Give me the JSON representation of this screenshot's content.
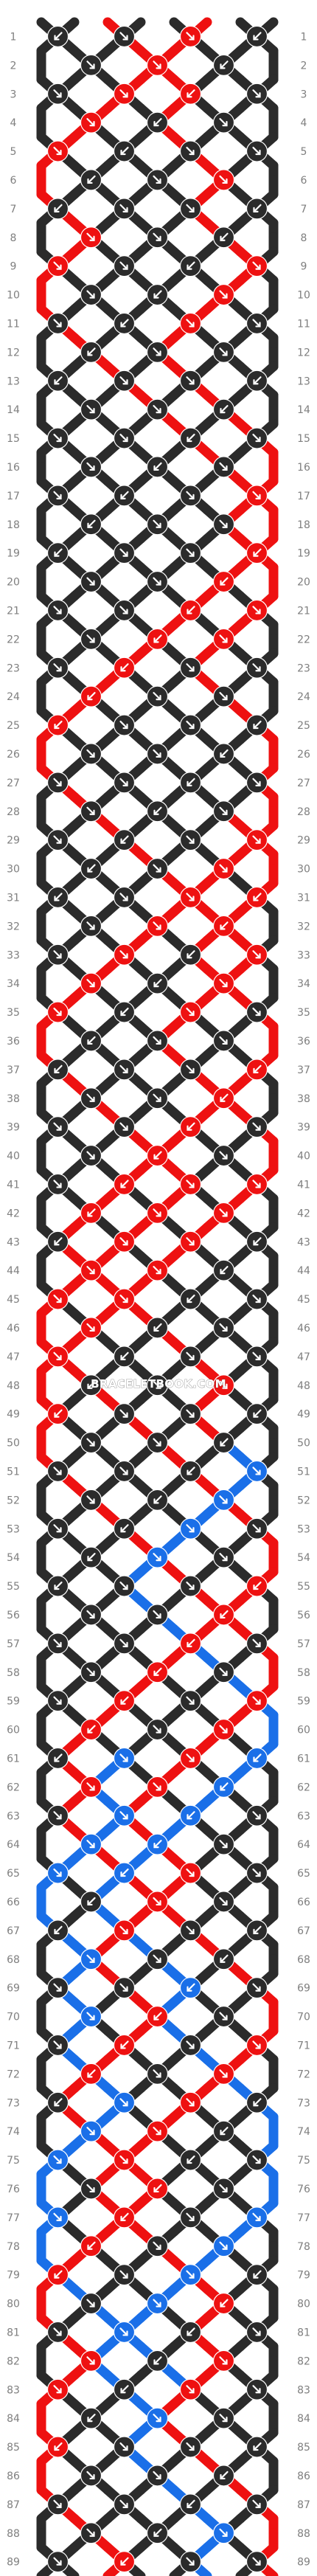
{
  "watermark": "BRACELETBOOK.COM",
  "colors": {
    "background": "#ffffff",
    "black": "#2b2b2b",
    "red": "#ee1111",
    "blue": "#1a6fe8",
    "arrow": "#ffffff",
    "row_number": "#7f7f7f"
  },
  "pattern": {
    "row_count": 89,
    "string_count": 8,
    "strings_top": [
      "black",
      "black",
      "red",
      "black",
      "black",
      "red",
      "black",
      "black"
    ]
  },
  "row_numbers": [
    "1",
    "2",
    "3",
    "4",
    "5",
    "6",
    "7",
    "8",
    "9",
    "10",
    "11",
    "12",
    "13",
    "14",
    "15",
    "16",
    "17",
    "18",
    "19",
    "20",
    "21",
    "22",
    "23",
    "24",
    "25",
    "26",
    "27",
    "28",
    "29",
    "30",
    "31",
    "32",
    "33",
    "34",
    "35",
    "36",
    "37",
    "38",
    "39",
    "40",
    "41",
    "42",
    "43",
    "44",
    "45",
    "46",
    "47",
    "48",
    "49",
    "50",
    "51",
    "52",
    "53",
    "54",
    "55",
    "56",
    "57",
    "58",
    "59",
    "60",
    "61",
    "62",
    "63",
    "64",
    "65",
    "66",
    "67",
    "68",
    "69",
    "70",
    "71",
    "72",
    "73",
    "74",
    "75",
    "76",
    "77",
    "78",
    "79",
    "80",
    "81",
    "82",
    "83",
    "84",
    "85",
    "86",
    "87",
    "88",
    "89"
  ]
}
